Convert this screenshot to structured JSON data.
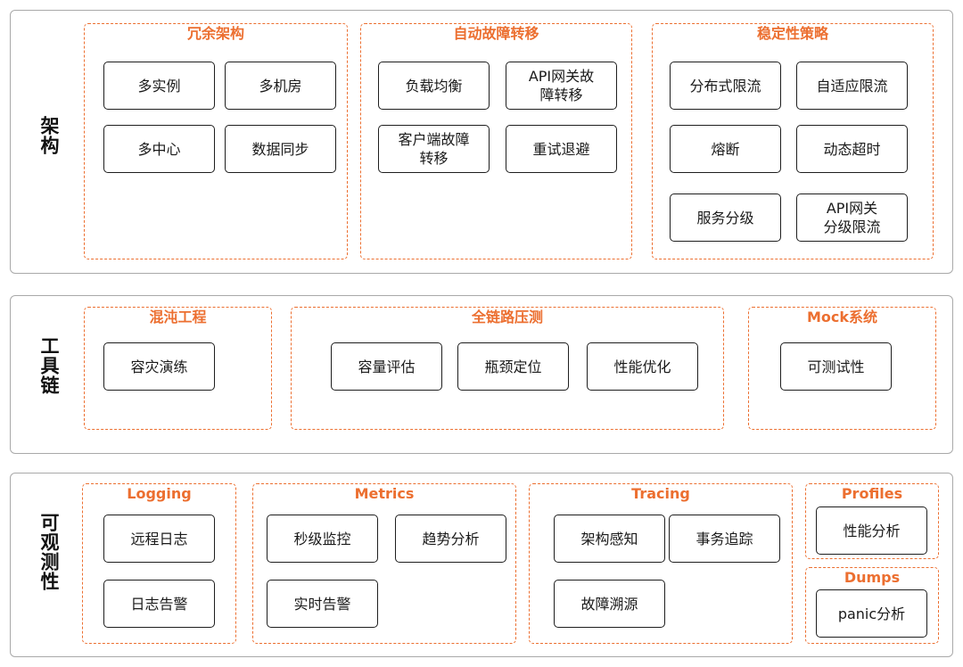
{
  "sections": [
    {
      "label": "架构",
      "groups": [
        {
          "title": "冗余架构",
          "items": [
            "多实例",
            "多机房",
            "多中心",
            "数据同步"
          ]
        },
        {
          "title": "自动故障转移",
          "items": [
            "负载均衡",
            "API网关故\n障转移",
            "客户端故障\n转移",
            "重试退避"
          ]
        },
        {
          "title": "稳定性策略",
          "items": [
            "分布式限流",
            "自适应限流",
            "熔断",
            "动态超时",
            "服务分级",
            "API网关\n分级限流"
          ]
        }
      ]
    },
    {
      "label": "工具链",
      "groups": [
        {
          "title": "混沌工程",
          "items": [
            "容灾演练"
          ]
        },
        {
          "title": "全链路压测",
          "items": [
            "容量评估",
            "瓶颈定位",
            "性能优化"
          ]
        },
        {
          "title": "Mock系统",
          "items": [
            "可测试性"
          ]
        }
      ]
    },
    {
      "label": "可观测性",
      "groups": [
        {
          "title": "Logging",
          "items": [
            "远程日志",
            "日志告警"
          ]
        },
        {
          "title": "Metrics",
          "items": [
            "秒级监控",
            "趋势分析",
            "实时告警"
          ]
        },
        {
          "title": "Tracing",
          "items": [
            "架构感知",
            "事务追踪",
            "故障溯源"
          ]
        },
        {
          "title": "Profiles",
          "items": [
            "性能分析"
          ]
        },
        {
          "title": "Dumps",
          "items": [
            "panic分析"
          ]
        }
      ]
    }
  ],
  "colors": {
    "accent": "#ec6f30",
    "border": "#a9a9a9",
    "box_border": "#1e1e1e"
  }
}
